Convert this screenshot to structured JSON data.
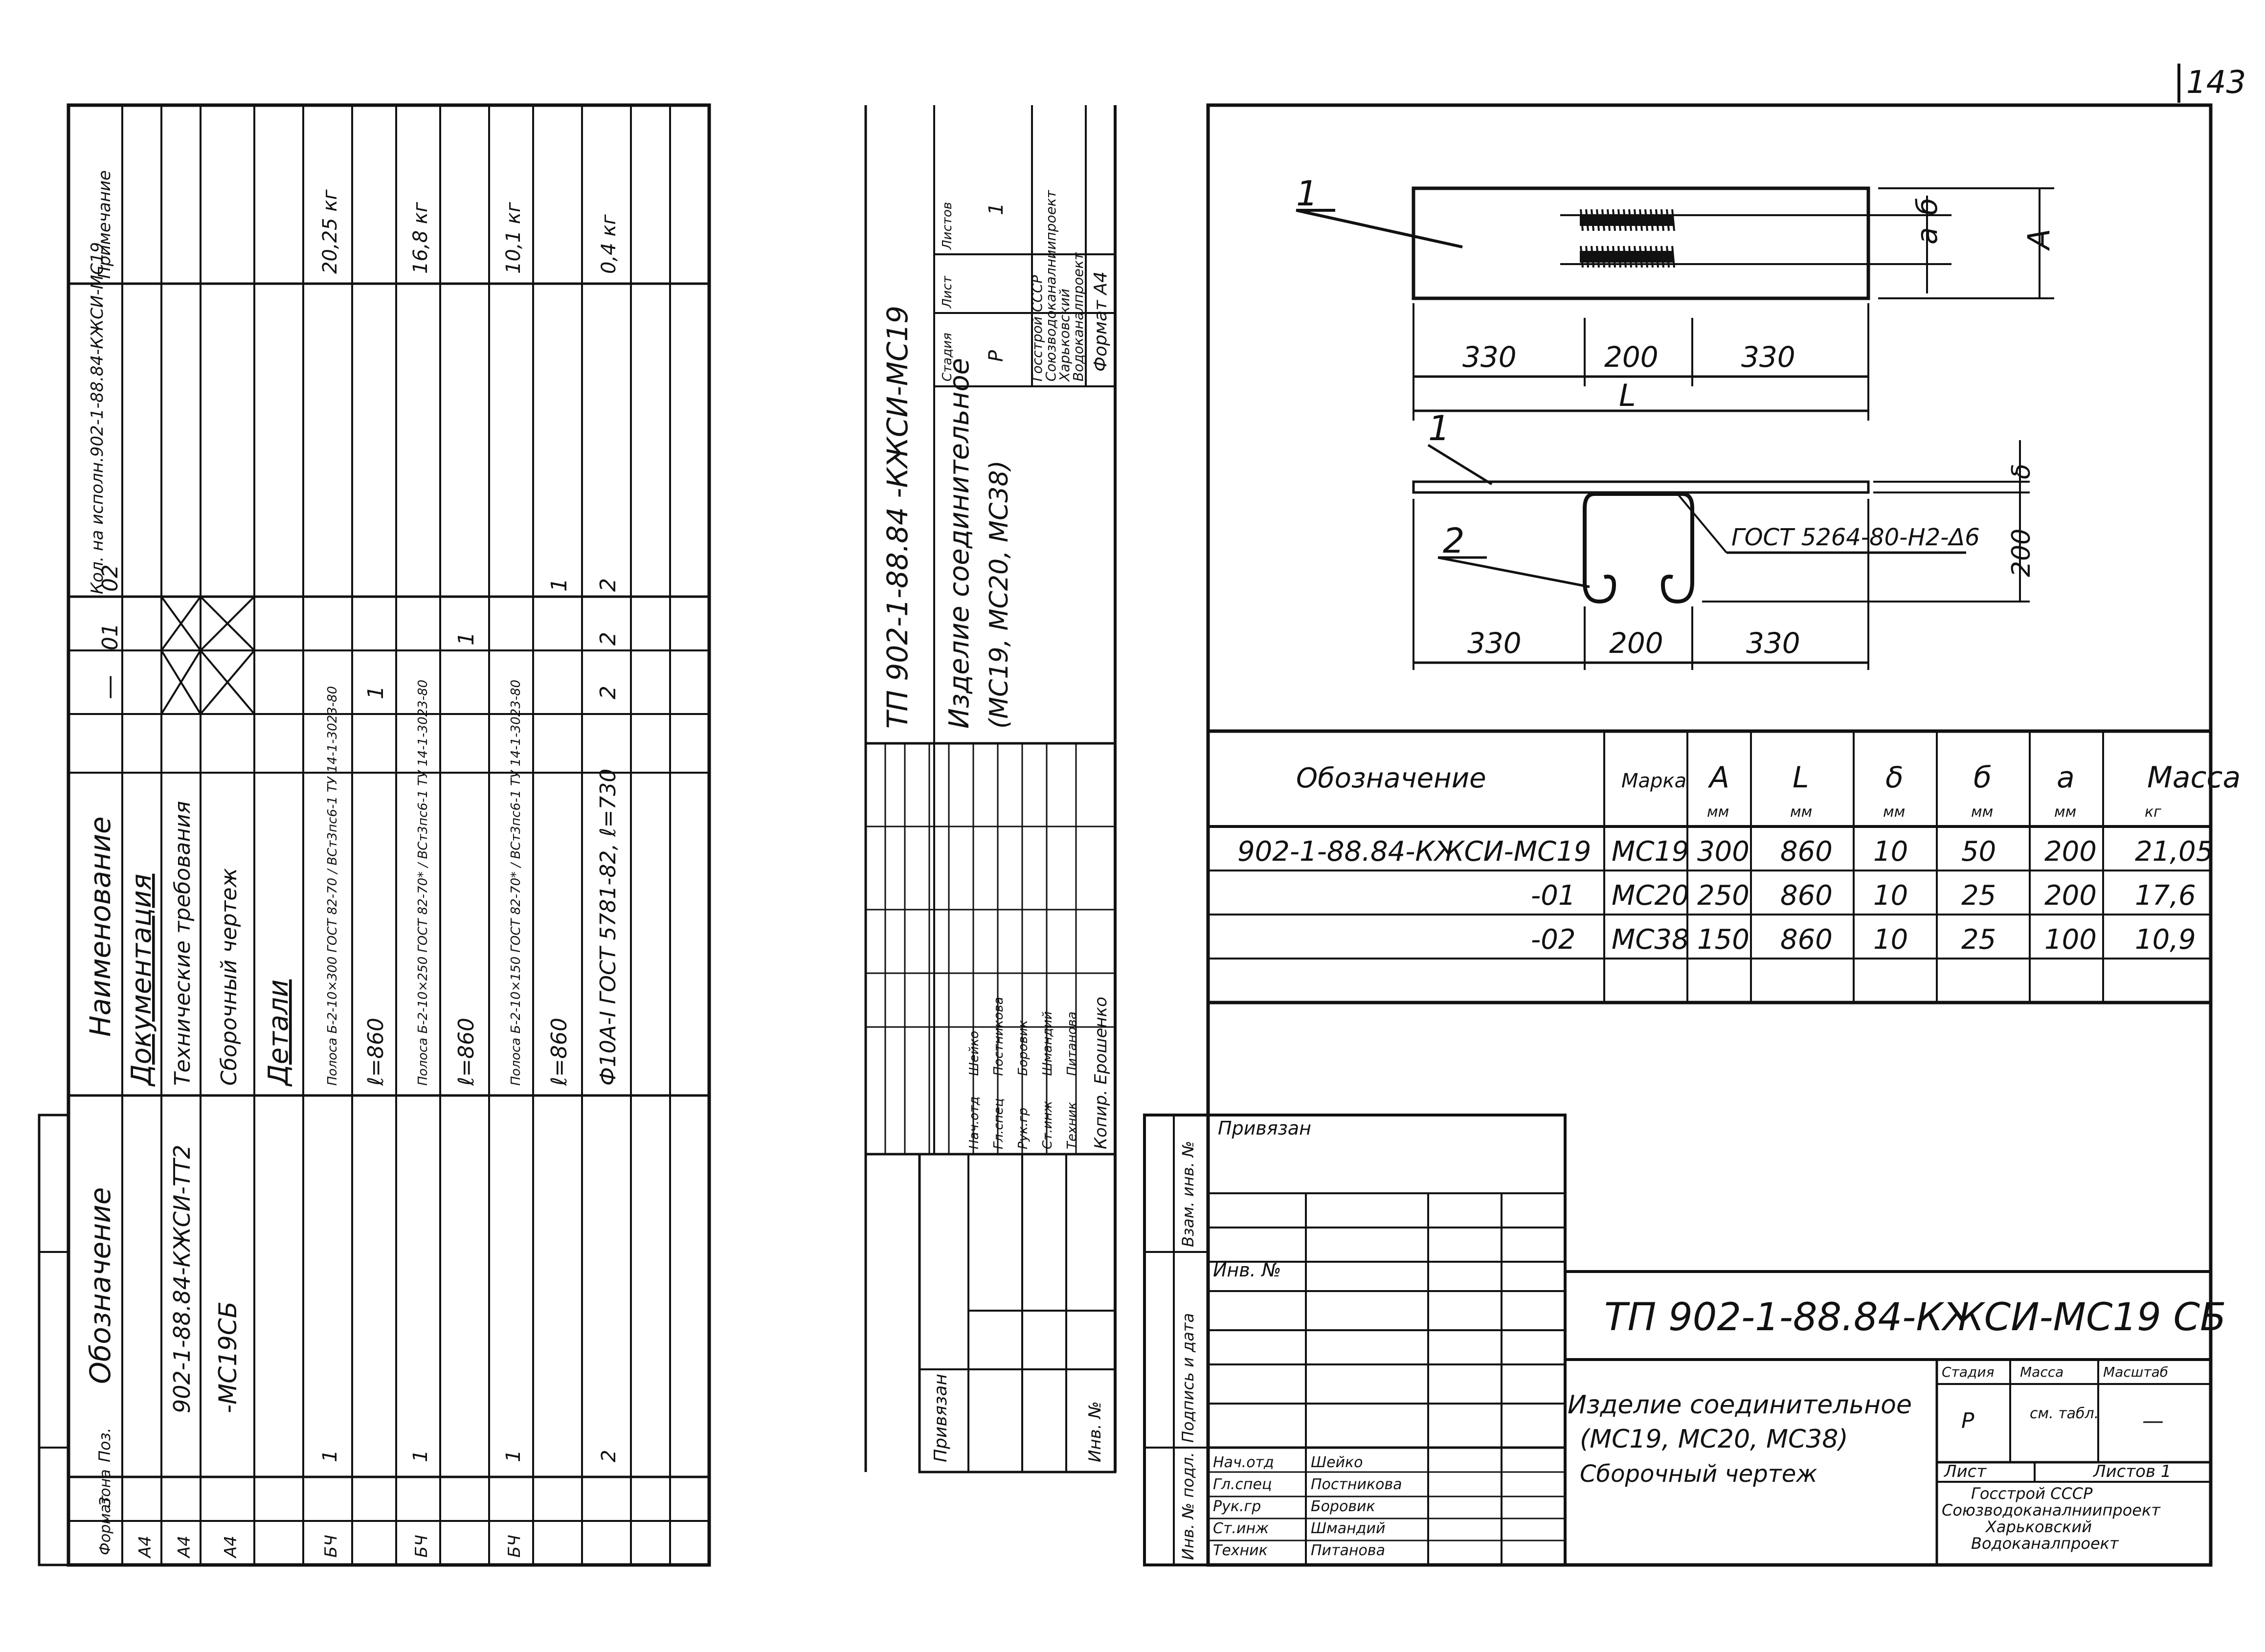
{
  "page_number": "143",
  "spec": {
    "headers": {
      "format": "Формат",
      "zone": "Зона",
      "pos": "Поз.",
      "designation": "Обозначение",
      "name": "Наименование",
      "qty": "Кол. на исполн.902-1-88.84-КЖСИ-МС19",
      "qty_cols": [
        "—",
        "01",
        "02"
      ],
      "note": "Примечание"
    },
    "rows": [
      {
        "format": "А4",
        "designation": "",
        "name": "Документация",
        "q0": "",
        "q1": "",
        "q2": "",
        "pos": "",
        "note": ""
      },
      {
        "format": "А4",
        "designation": "902-1-88.84-КЖСИ-ТТ2",
        "name": "Технические требования",
        "q0": "",
        "q1": "",
        "q2": "",
        "pos": "",
        "note": ""
      },
      {
        "format": "А4",
        "designation": "-МС19СБ",
        "name": "Сборочный чертеж",
        "q0": "",
        "q1": "",
        "q2": "",
        "pos": "",
        "note": ""
      },
      {
        "format": "",
        "designation": "",
        "name": "Детали",
        "q0": "",
        "q1": "",
        "q2": "",
        "pos": "",
        "note": ""
      },
      {
        "format": "БЧ",
        "designation": "",
        "name": "Полоса Б-2-10×300 ГОСТ 82-70 / ВСт3пс6-1 ТУ 14-1-3023-80",
        "q0": "",
        "q1": "",
        "q2": "",
        "pos": "1",
        "note": "20,25 кг"
      },
      {
        "format": "",
        "designation": "",
        "name": "ℓ=860",
        "q0": "1",
        "q1": "",
        "q2": "",
        "pos": "",
        "note": ""
      },
      {
        "format": "БЧ",
        "designation": "",
        "name": "Полоса Б-2-10×250 ГОСТ 82-70* / ВСт3пс6-1 ТУ 14-1-3023-80",
        "q0": "",
        "q1": "",
        "q2": "",
        "pos": "1",
        "note": "16,8 кг"
      },
      {
        "format": "",
        "designation": "",
        "name": "ℓ=860",
        "q0": "",
        "q1": "1",
        "q2": "",
        "pos": "",
        "note": ""
      },
      {
        "format": "БЧ",
        "designation": "",
        "name": "Полоса Б-2-10×150 ГОСТ 82-70* / ВСт3пс6-1 ТУ 14-1-3023-80",
        "q0": "",
        "q1": "",
        "q2": "",
        "pos": "1",
        "note": "10,1 кг"
      },
      {
        "format": "",
        "designation": "",
        "name": "ℓ=860",
        "q0": "",
        "q1": "",
        "q2": "1",
        "pos": "",
        "note": ""
      },
      {
        "format": "",
        "designation": "",
        "name": "Ф10А-I ГОСТ 5781-82, ℓ=730",
        "q0": "2",
        "q1": "2",
        "q2": "2",
        "pos": "2",
        "note": "0,4 кг"
      }
    ]
  },
  "title_block_rot": {
    "code": "ТП 902-1-88.84 -КЖСИ-МС19",
    "title": "Изделие соединительное",
    "subtitle": "(МС19, МС20, МС38)",
    "headers": [
      "Стадия",
      "Лист",
      "Листов"
    ],
    "values": [
      "Р",
      "",
      "1"
    ],
    "org": [
      "Госстрой СССР",
      "Союзводоканалниипроект",
      "Харьковский",
      "Водоканалпроект"
    ],
    "format": "Формат А4",
    "copied": "Копир. Ерошенко",
    "signers": [
      {
        "role": "Нач.отд",
        "name": "Шейко"
      },
      {
        "role": "Гл.спец",
        "name": "Постникова"
      },
      {
        "role": "Рук.гр",
        "name": "Боровик"
      },
      {
        "role": "Ст.инж",
        "name": "Шмандий"
      },
      {
        "role": "Техник",
        "name": "Питанова"
      }
    ],
    "privyazan": "Привязан",
    "inv": "Инв. №"
  },
  "drawing": {
    "pos1": "1",
    "pos2": "2",
    "dims_top": [
      "330",
      "200",
      "330"
    ],
    "dims_bottom": [
      "330",
      "200",
      "330"
    ],
    "dim_L": "L",
    "dim_A": "A",
    "dim_a": "а",
    "dim_b": "б",
    "dim_delta": "δ",
    "dim_200": "200",
    "weld": "ГОСТ 5264-80-Н2-Δ6"
  },
  "table": {
    "headers": [
      "Обозначение",
      "Марка",
      "A",
      "L",
      "δ",
      "б",
      "а",
      "Масса"
    ],
    "units": [
      "",
      "",
      "мм",
      "мм",
      "мм",
      "мм",
      "мм",
      "кг"
    ],
    "rows": [
      [
        "902-1-88.84-КЖСИ-МС19",
        "МС19",
        "300",
        "860",
        "10",
        "50",
        "200",
        "21,05"
      ],
      [
        "-01",
        "МС20",
        "250",
        "860",
        "10",
        "25",
        "200",
        "17,6"
      ],
      [
        "-02",
        "МС38",
        "150",
        "860",
        "10",
        "25",
        "100",
        "10,9"
      ]
    ]
  },
  "stamp": {
    "privyazan": "Привязан",
    "inv": "Инв. №",
    "side": [
      "Инв. № подл.",
      "Подпись и дата",
      "Взам. инв. №"
    ],
    "code": "ТП 902-1-88.84-КЖСИ-МС19 СБ",
    "title1": "Изделие соединительное",
    "title2": "(МС19, МС20, МС38)",
    "title3": "Сборочный чертеж",
    "head": [
      "Стадия",
      "Масса",
      "Масштаб"
    ],
    "vals": [
      "Р",
      "см. табл.",
      "—"
    ],
    "sheet": "Лист",
    "sheets": "Листов 1",
    "org": [
      "Госстрой СССР",
      "Союзводоканалниипроект",
      "Харьковский",
      "Водоканалпроект"
    ],
    "signers": [
      {
        "role": "Нач.отд",
        "name": "Шейко"
      },
      {
        "role": "Гл.спец",
        "name": "Постникова"
      },
      {
        "role": "Рук.гр",
        "name": "Боровик"
      },
      {
        "role": "Ст.инж",
        "name": "Шмандий"
      },
      {
        "role": "Техник",
        "name": "Питанова"
      }
    ]
  }
}
